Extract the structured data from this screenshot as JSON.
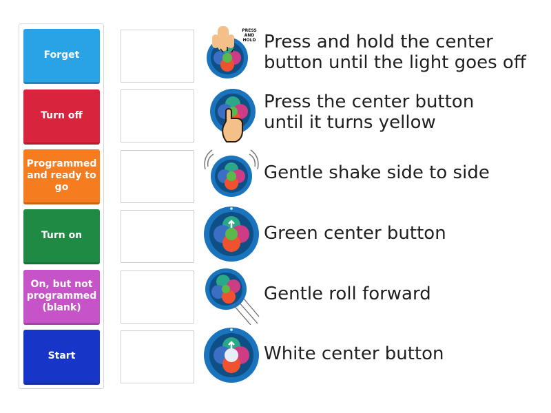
{
  "tiles": [
    {
      "label": "Forget",
      "color": "#29a3e6"
    },
    {
      "label": "Turn off",
      "color": "#d9243d"
    },
    {
      "label": "Programmed and ready to go",
      "color": "#f57c1f"
    },
    {
      "label": "Turn on",
      "color": "#1e8a43"
    },
    {
      "label": "On, but not programmed (blank)",
      "color": "#c653c8"
    },
    {
      "label": "Start",
      "color": "#1736c7"
    }
  ],
  "rows": [
    {
      "line1": "Press and hold the center",
      "line2": "button until the light goes off",
      "badge": "PRESS AND HOLD",
      "icon": "press-hold-robot-icon"
    },
    {
      "line1": "Press the center button",
      "line2": "until it turns yellow",
      "icon": "press-yellow-robot-icon"
    },
    {
      "line1": "Gentle shake side to side",
      "line2": "",
      "icon": "shake-robot-icon"
    },
    {
      "line1": "Green center button",
      "line2": "",
      "icon": "green-center-robot-icon"
    },
    {
      "line1": "Gentle roll forward",
      "line2": "",
      "icon": "roll-robot-icon"
    },
    {
      "line1": "White center button",
      "line2": "",
      "icon": "white-center-robot-icon"
    }
  ],
  "colors": {
    "robot_ring": "#1a73bd",
    "robot_inner": "#0e4f86",
    "petal_top": "#2aa888",
    "petal_left": "#3b6fc4",
    "petal_right": "#cf3c86",
    "petal_bottom": "#f0512e"
  }
}
